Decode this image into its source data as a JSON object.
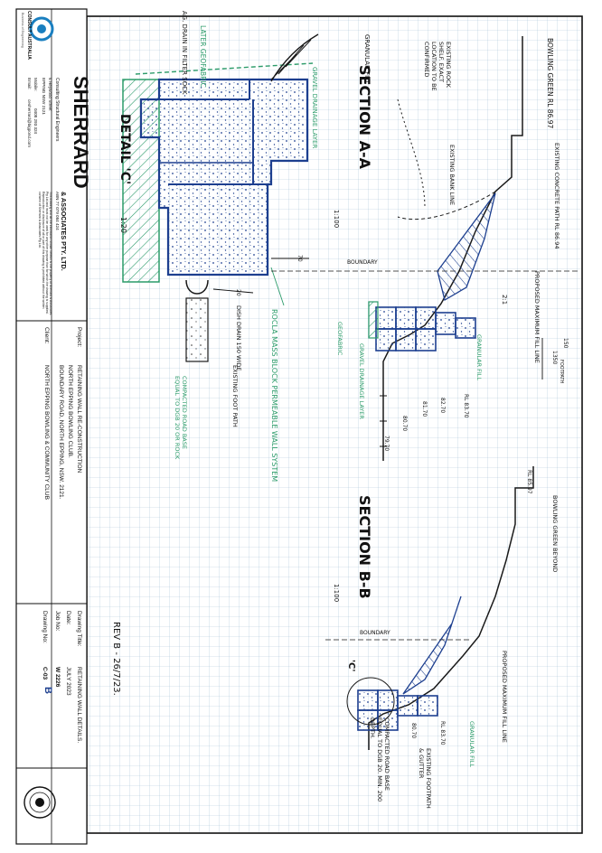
{
  "colors": {
    "grid": "#a9c4d8",
    "ink_blue": "#1d3f8f",
    "ink_green": "#2c9b6a",
    "ink_black": "#1a1a1a",
    "title_block": "#111111"
  },
  "title_block": {
    "logo_text": "CONSULT AUSTRALIA",
    "logo_sub": "Business of Engineering",
    "firm_name": "SHERRARD",
    "firm_name_suffix": "& ASSOCIATES PTY. LTD.",
    "firm_desc": "Consulting Structural Engineers",
    "abn": "ABN 77 079 084 424",
    "address_1": "6 Heywood Street",
    "address_2": "EPPING NSW 2121",
    "mobile_label": "Mobile:",
    "mobile": "0408 293 324",
    "email_label": "Email:",
    "email": "cesherrard@bigpond.com",
    "copyright_note": "This drawing and all the information shown hereon is the property of Sherrard & Associates Pty Ltd and must not be used for any other purpose than for which the drawing is supplied. Reproduction or disclosure of all or part of this drawing is prohibited without the written consent of Sherrard & Associates Pty Ltd.",
    "project_label": "Project:",
    "project_1": "RETAINING WALL RE-CONSTRUCTION",
    "project_2": "NORTH EPPING BOWLING CLUB.",
    "project_3": "BOUNDARY ROAD, NORTH EPPING, NSW. 2121.",
    "client_label": "Client:",
    "client": "NORTH EPPING BOWLING & COMMUNITY CLUB",
    "drawing_title_label": "Drawing Title:",
    "drawing_title": "RETAINING WALL DETAILS.",
    "date_label": "Date:",
    "date": "JULY 2023",
    "job_label": "Job No:",
    "job": "W 2226",
    "drawing_no_label": "Drawing No:",
    "drawing_no": "C-03",
    "drawing_rev": "B"
  },
  "detail_c": {
    "title": "DETAIL 'C'",
    "scale": "1:20",
    "later_geofabric": "LATER GEOFABRIC",
    "ag_drain": "AG. DRAIN IN FILTER SOCK",
    "gravel": "GRAVEL DRAINAGE LAYER",
    "granular": "GRANULAR FILL",
    "dish_drain": "DISH DRAIN 150 WIDE",
    "footpath": "EXISTING FOOT PATH",
    "rocla": "ROCLA MASS BLOCK PERMEABLE WALL SYSTEM",
    "compacted": "COMPACTED ROAD BASE EQUAL TO DGB 20 OR ROCK",
    "dim_70": "70",
    "dim_20": "20"
  },
  "section_aa": {
    "title": "SECTION A-A",
    "scale": "1:100",
    "bowling_green": "BOWLING GREEN RL 86.97",
    "existing_concrete": "EXISTING CONCRETE PATH RL 86.94",
    "rock_shelf": "EXISTING ROCK SHELF. EXACT LOCATION TO BE CONFIRMED",
    "bank_line": "EXISTING BANK LINE",
    "boundary": "BOUNDARY",
    "proposed_fill": "PROPOSED MAXIMUM FILL LINE",
    "slope": "2:1",
    "granular": "GRANULAR FILL",
    "gravel": "GRAVEL DRAINAGE LAYER",
    "geofabric": "GEOFABRIC",
    "dim_150": "150",
    "dim_1350": "1350",
    "dim_footpath": "FOOTPATH",
    "rl_1": "RL 83.70",
    "rl_2": "82.70",
    "rl_3": "81.70",
    "rl_4": "80.70",
    "rl_5": "79.70"
  },
  "section_bb": {
    "title": "SECTION B-B",
    "scale": "1:100",
    "bowling_green": "BOWLING GREEN BEYOND",
    "rl_top": "RL 85.97",
    "boundary": "BOUNDARY",
    "proposed_fill": "PROPOSED MAXIMUM FILL LINE",
    "granular": "GRANULAR FILL",
    "rl_low": "RL 83.70",
    "rl_80": "80.70",
    "existing_footpath": "EXISTING FOOTPATH & GUTTER",
    "compacted": "COMPACTED ROAD BASE EQUAL TO DGB 20. MIN. 200 DEPTH.",
    "detail_ref": "'C'"
  },
  "revision_note": "REV B - 26/7/23."
}
